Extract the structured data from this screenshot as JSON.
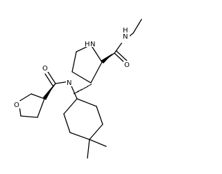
{
  "atoms": {
    "amine_n": "N",
    "amine_h": "H",
    "amide_n_ethyl": "N",
    "amide_h_ethyl": "H",
    "carbonyl_o_right": "O",
    "carbonyl_o_left": "O",
    "amide_n_center": "N",
    "ring_o": "O"
  }
}
